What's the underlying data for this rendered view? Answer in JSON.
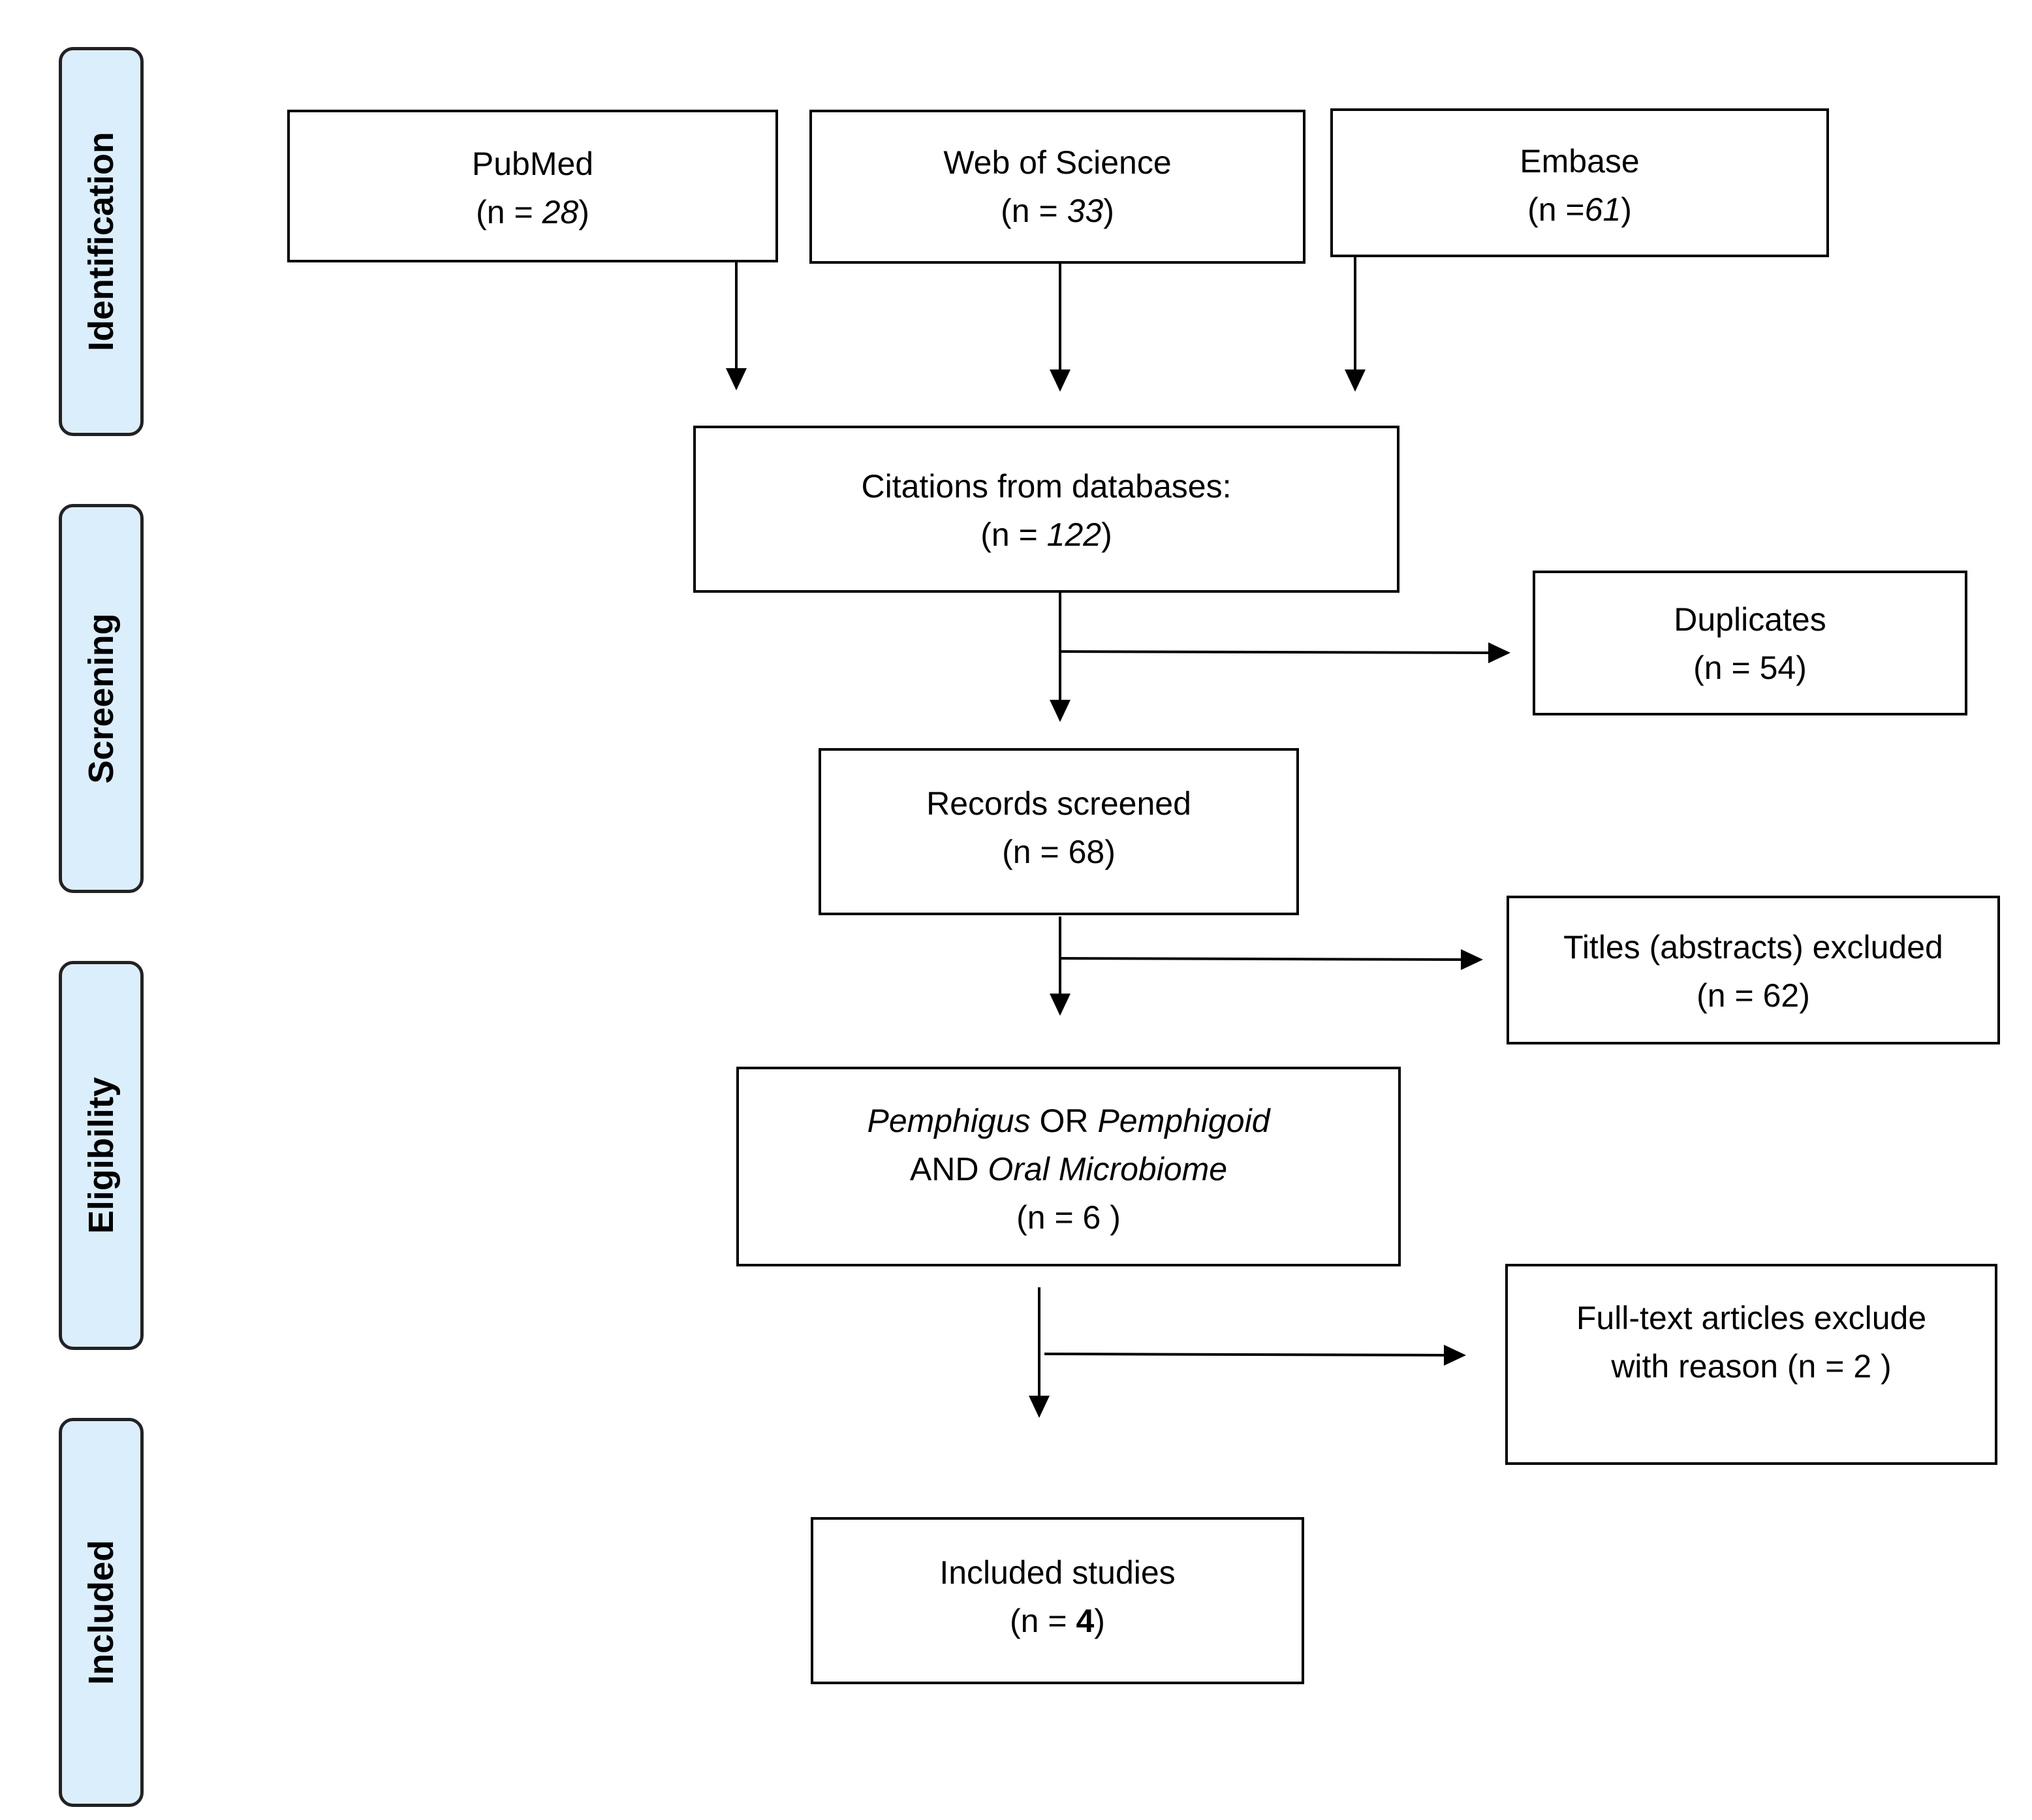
{
  "stages": [
    {
      "id": "identification",
      "label": "Identification"
    },
    {
      "id": "screening",
      "label": "Screening"
    },
    {
      "id": "eligibility",
      "label": "Eligibility"
    },
    {
      "id": "included",
      "label": "Included"
    }
  ],
  "boxes": {
    "pubmed": {
      "line1": "PubMed",
      "n_prefix": "(n = ",
      "n_value": "28",
      "n_suffix": ")"
    },
    "web_of_science": {
      "line1": "Web of Science",
      "n_prefix": "(n = ",
      "n_value": "33",
      "n_suffix": ")"
    },
    "embase": {
      "line1": "Embase",
      "n_prefix": "(n =",
      "n_value": "61",
      "n_suffix": ")"
    },
    "citations": {
      "line1": "Citations from databases:",
      "n_prefix": "(n = ",
      "n_value": "122",
      "n_suffix": ")"
    },
    "duplicates": {
      "line1": "Duplicates",
      "line2": "(n = 54)"
    },
    "records_screened": {
      "line1": "Records screened",
      "line2": "(n = 68)"
    },
    "titles_excluded": {
      "line1": "Titles (abstracts) excluded",
      "line2": "(n = 62)"
    },
    "eligibility": {
      "l1_a": "Pemphigus",
      "l1_b": " OR ",
      "l1_c": "Pemphigoid",
      "l2_a": "AND ",
      "l2_b": "Oral Microbiome",
      "line3": "(n = 6 )"
    },
    "fulltext_excluded": {
      "line1": "Full-text articles exclude",
      "line2": "with reason (n = 2 )"
    },
    "included": {
      "line1": "Included studies",
      "n_prefix": "(n = ",
      "n_value": "4",
      "n_suffix": ")"
    }
  }
}
